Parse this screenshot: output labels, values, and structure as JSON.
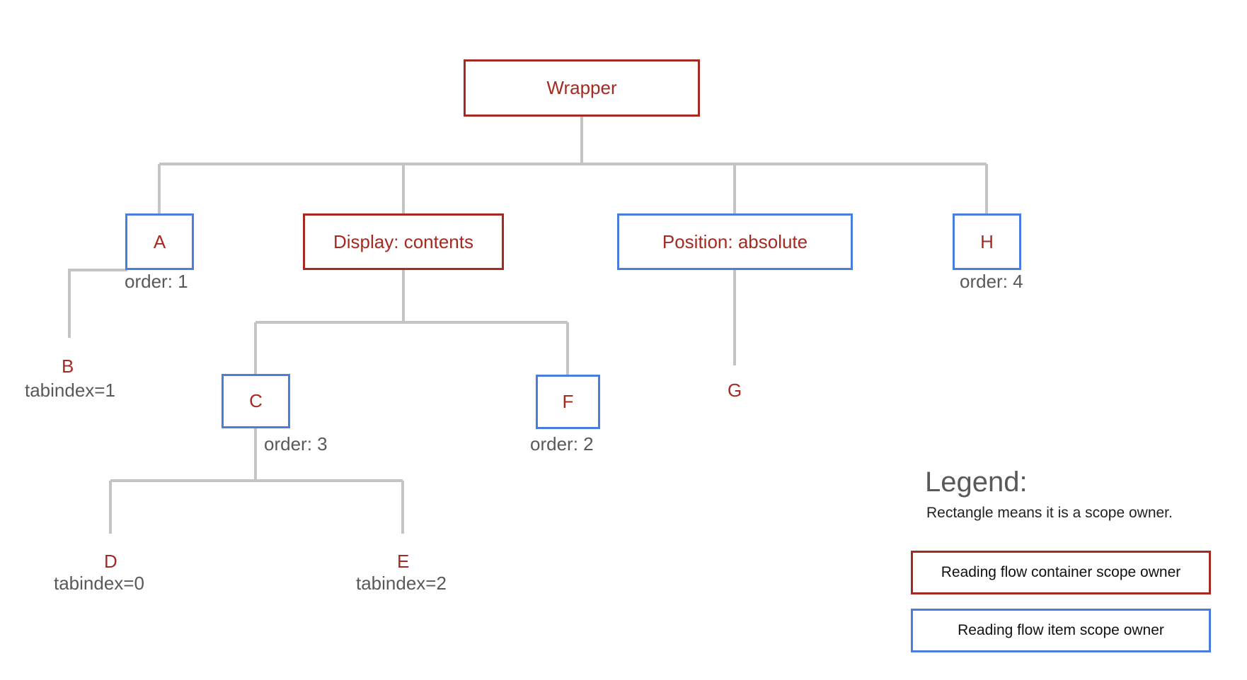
{
  "nodes": {
    "wrapper": "Wrapper",
    "a": "A",
    "display": "Display: contents",
    "position": "Position: absolute",
    "h": "H",
    "b": "B",
    "c": "C",
    "f": "F",
    "g": "G",
    "d": "D",
    "e": "E"
  },
  "annotations": {
    "a_order": "order: 1",
    "h_order": "order: 4",
    "b_tabindex": "tabindex=1",
    "c_order": "order: 3",
    "f_order": "order: 2",
    "d_tabindex": "tabindex=0",
    "e_tabindex": "tabindex=2"
  },
  "legend": {
    "title": "Legend:",
    "description": "Rectangle means it is a scope owner.",
    "container_label": "Reading flow container scope owner",
    "item_label": "Reading flow item scope owner"
  },
  "colors": {
    "container_border": "#a52a22",
    "item_border": "#4a7de0",
    "connector": "#c4c4c4",
    "node_text": "#a52a22",
    "annotation_text": "#595959"
  }
}
